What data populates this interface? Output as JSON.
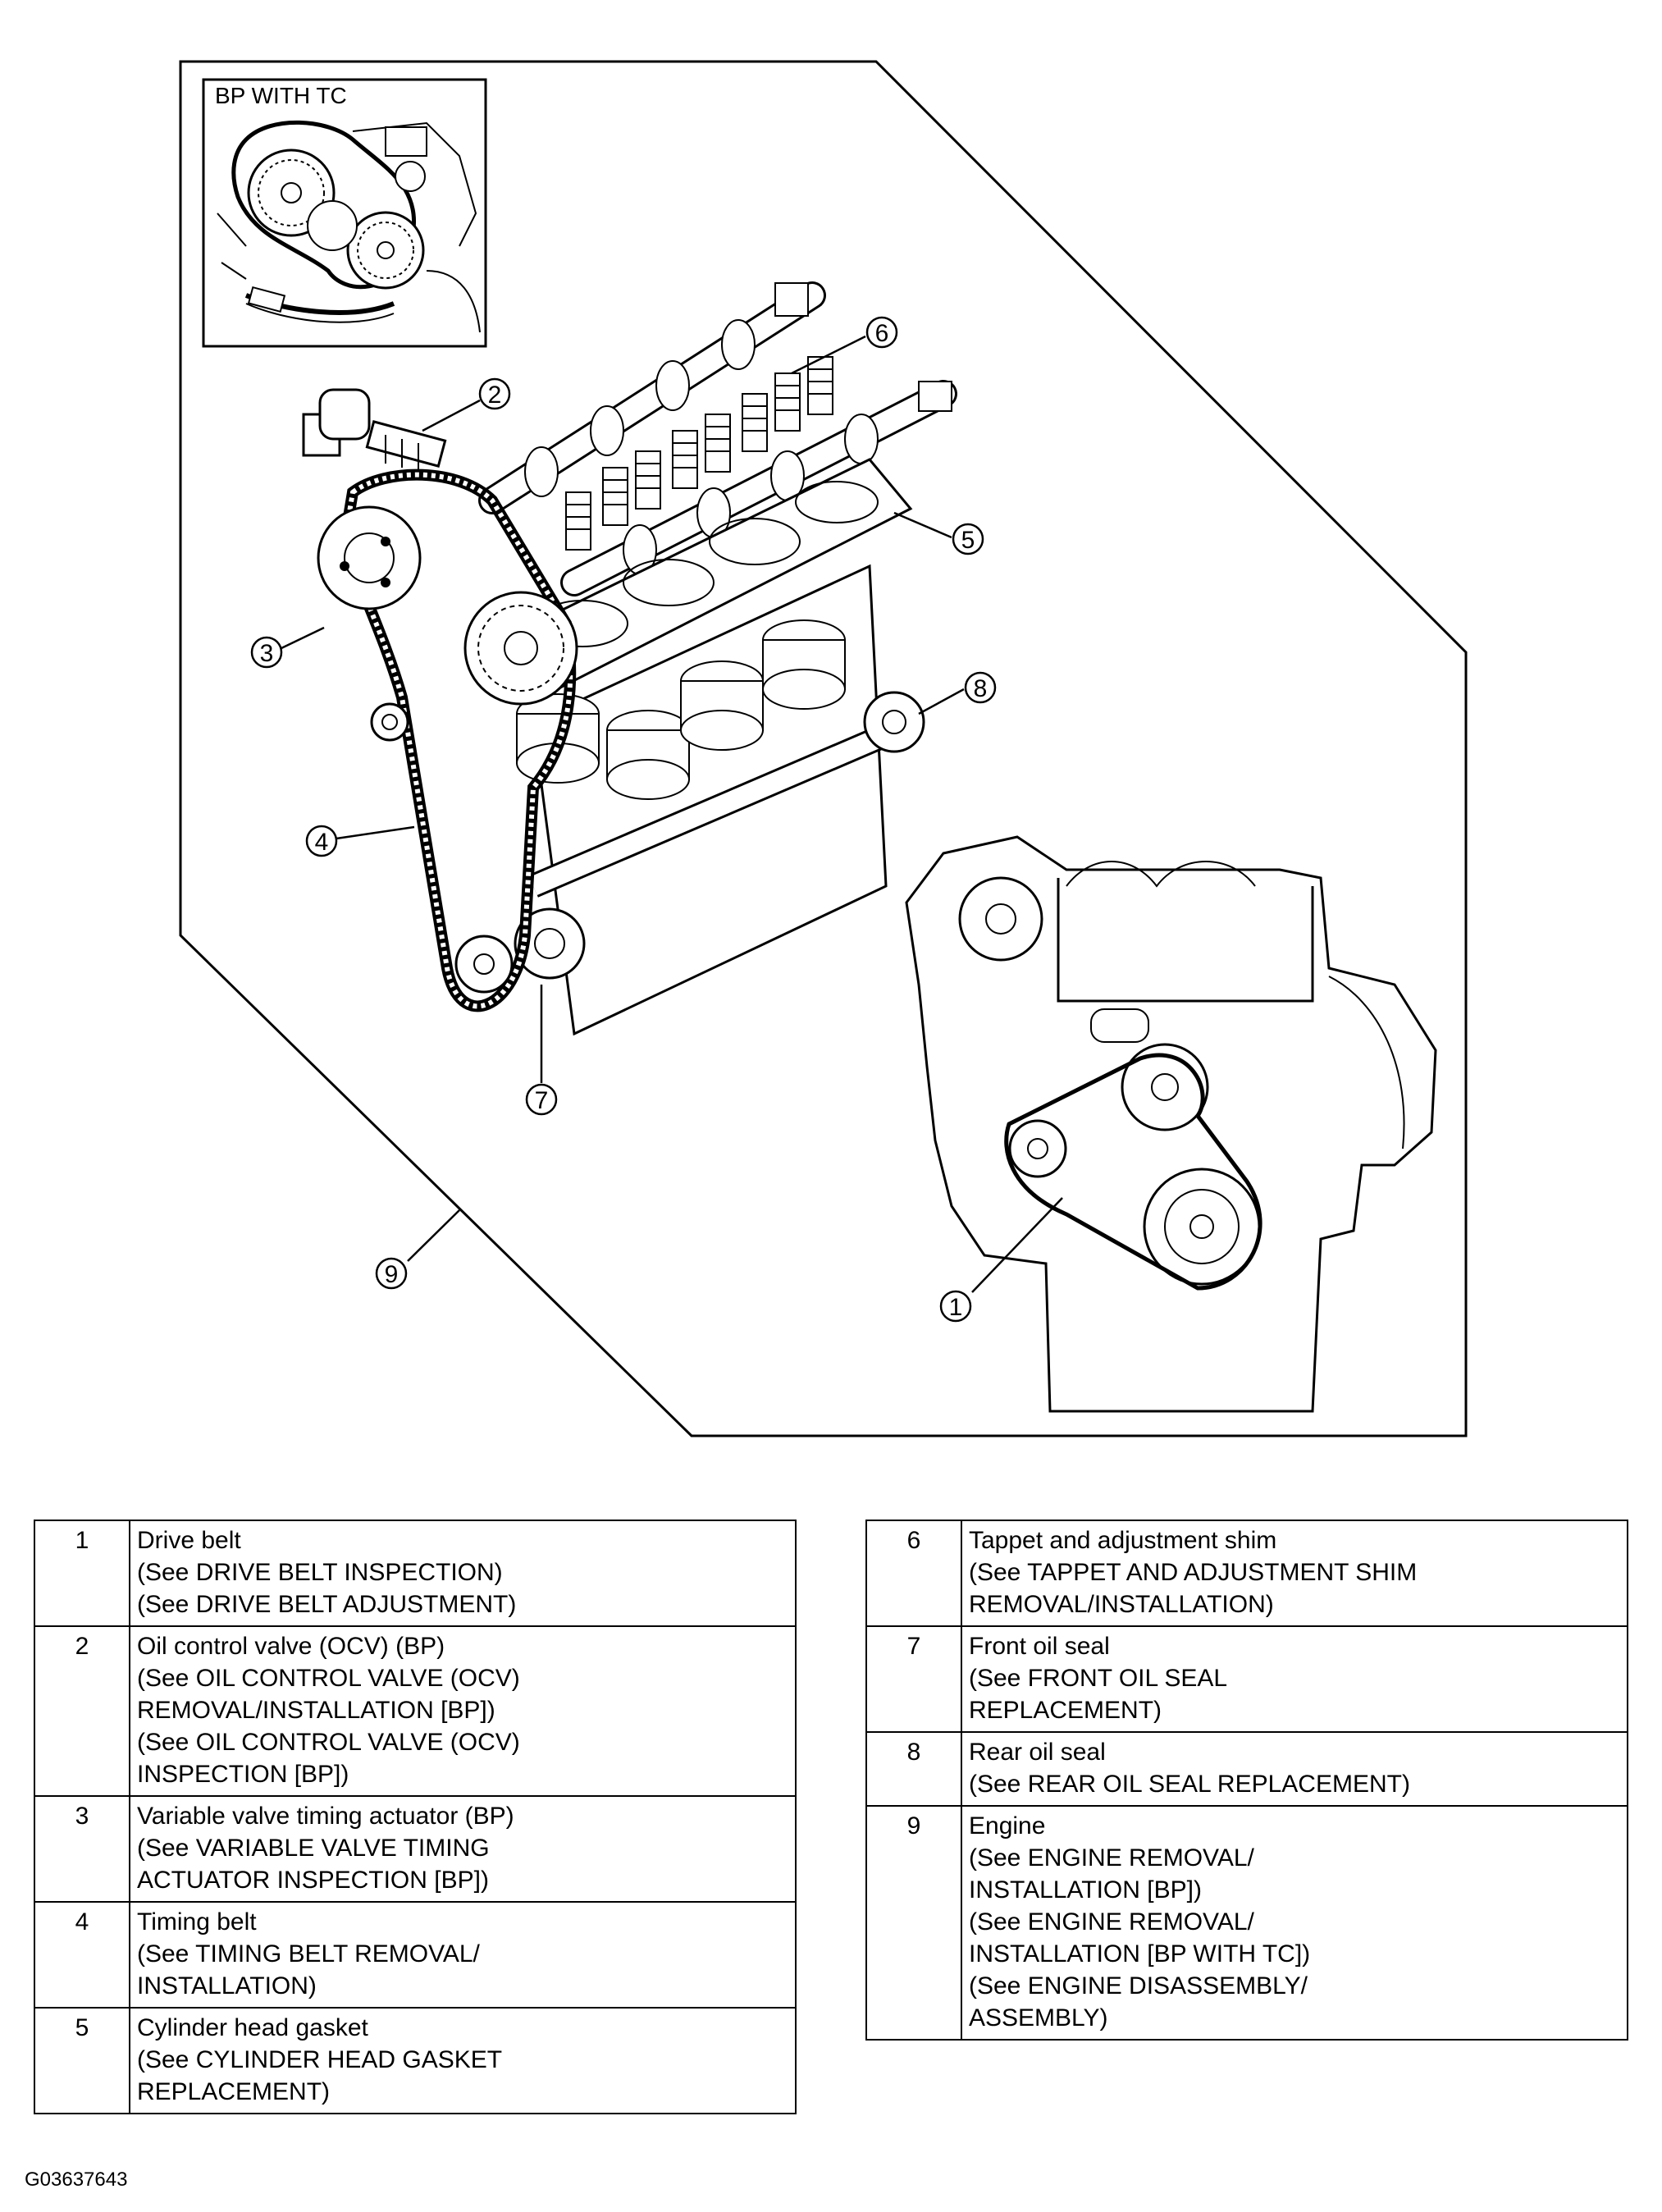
{
  "inset_label": "BP WITH TC",
  "callouts": [
    "1",
    "2",
    "3",
    "4",
    "5",
    "6",
    "7",
    "8",
    "9"
  ],
  "legend_left": [
    {
      "num": "1",
      "text": "Drive belt\n(See DRIVE BELT INSPECTION)\n(See DRIVE BELT ADJUSTMENT)"
    },
    {
      "num": "2",
      "text": "Oil control valve (OCV) (BP)\n(See OIL CONTROL VALVE (OCV)\nREMOVAL/INSTALLATION [BP])\n(See OIL CONTROL VALVE (OCV)\nINSPECTION [BP])"
    },
    {
      "num": "3",
      "text": "Variable valve timing actuator (BP)\n(See VARIABLE VALVE TIMING\nACTUATOR INSPECTION [BP])"
    },
    {
      "num": "4",
      "text": "Timing belt\n(See TIMING BELT REMOVAL/\nINSTALLATION)"
    },
    {
      "num": "5",
      "text": "Cylinder head gasket\n(See CYLINDER HEAD GASKET\nREPLACEMENT)"
    }
  ],
  "legend_right": [
    {
      "num": "6",
      "text": "Tappet and adjustment shim\n(See TAPPET AND ADJUSTMENT SHIM\nREMOVAL/INSTALLATION)"
    },
    {
      "num": "7",
      "text": "Front oil seal\n(See FRONT OIL SEAL\nREPLACEMENT)"
    },
    {
      "num": "8",
      "text": "Rear oil seal\n(See REAR OIL SEAL REPLACEMENT)"
    },
    {
      "num": "9",
      "text": "Engine\n(See ENGINE REMOVAL/\nINSTALLATION [BP])\n(See ENGINE REMOVAL/\nINSTALLATION [BP WITH TC])\n(See ENGINE DISASSEMBLY/\nASSEMBLY)"
    }
  ],
  "figure_id": "G03637643"
}
